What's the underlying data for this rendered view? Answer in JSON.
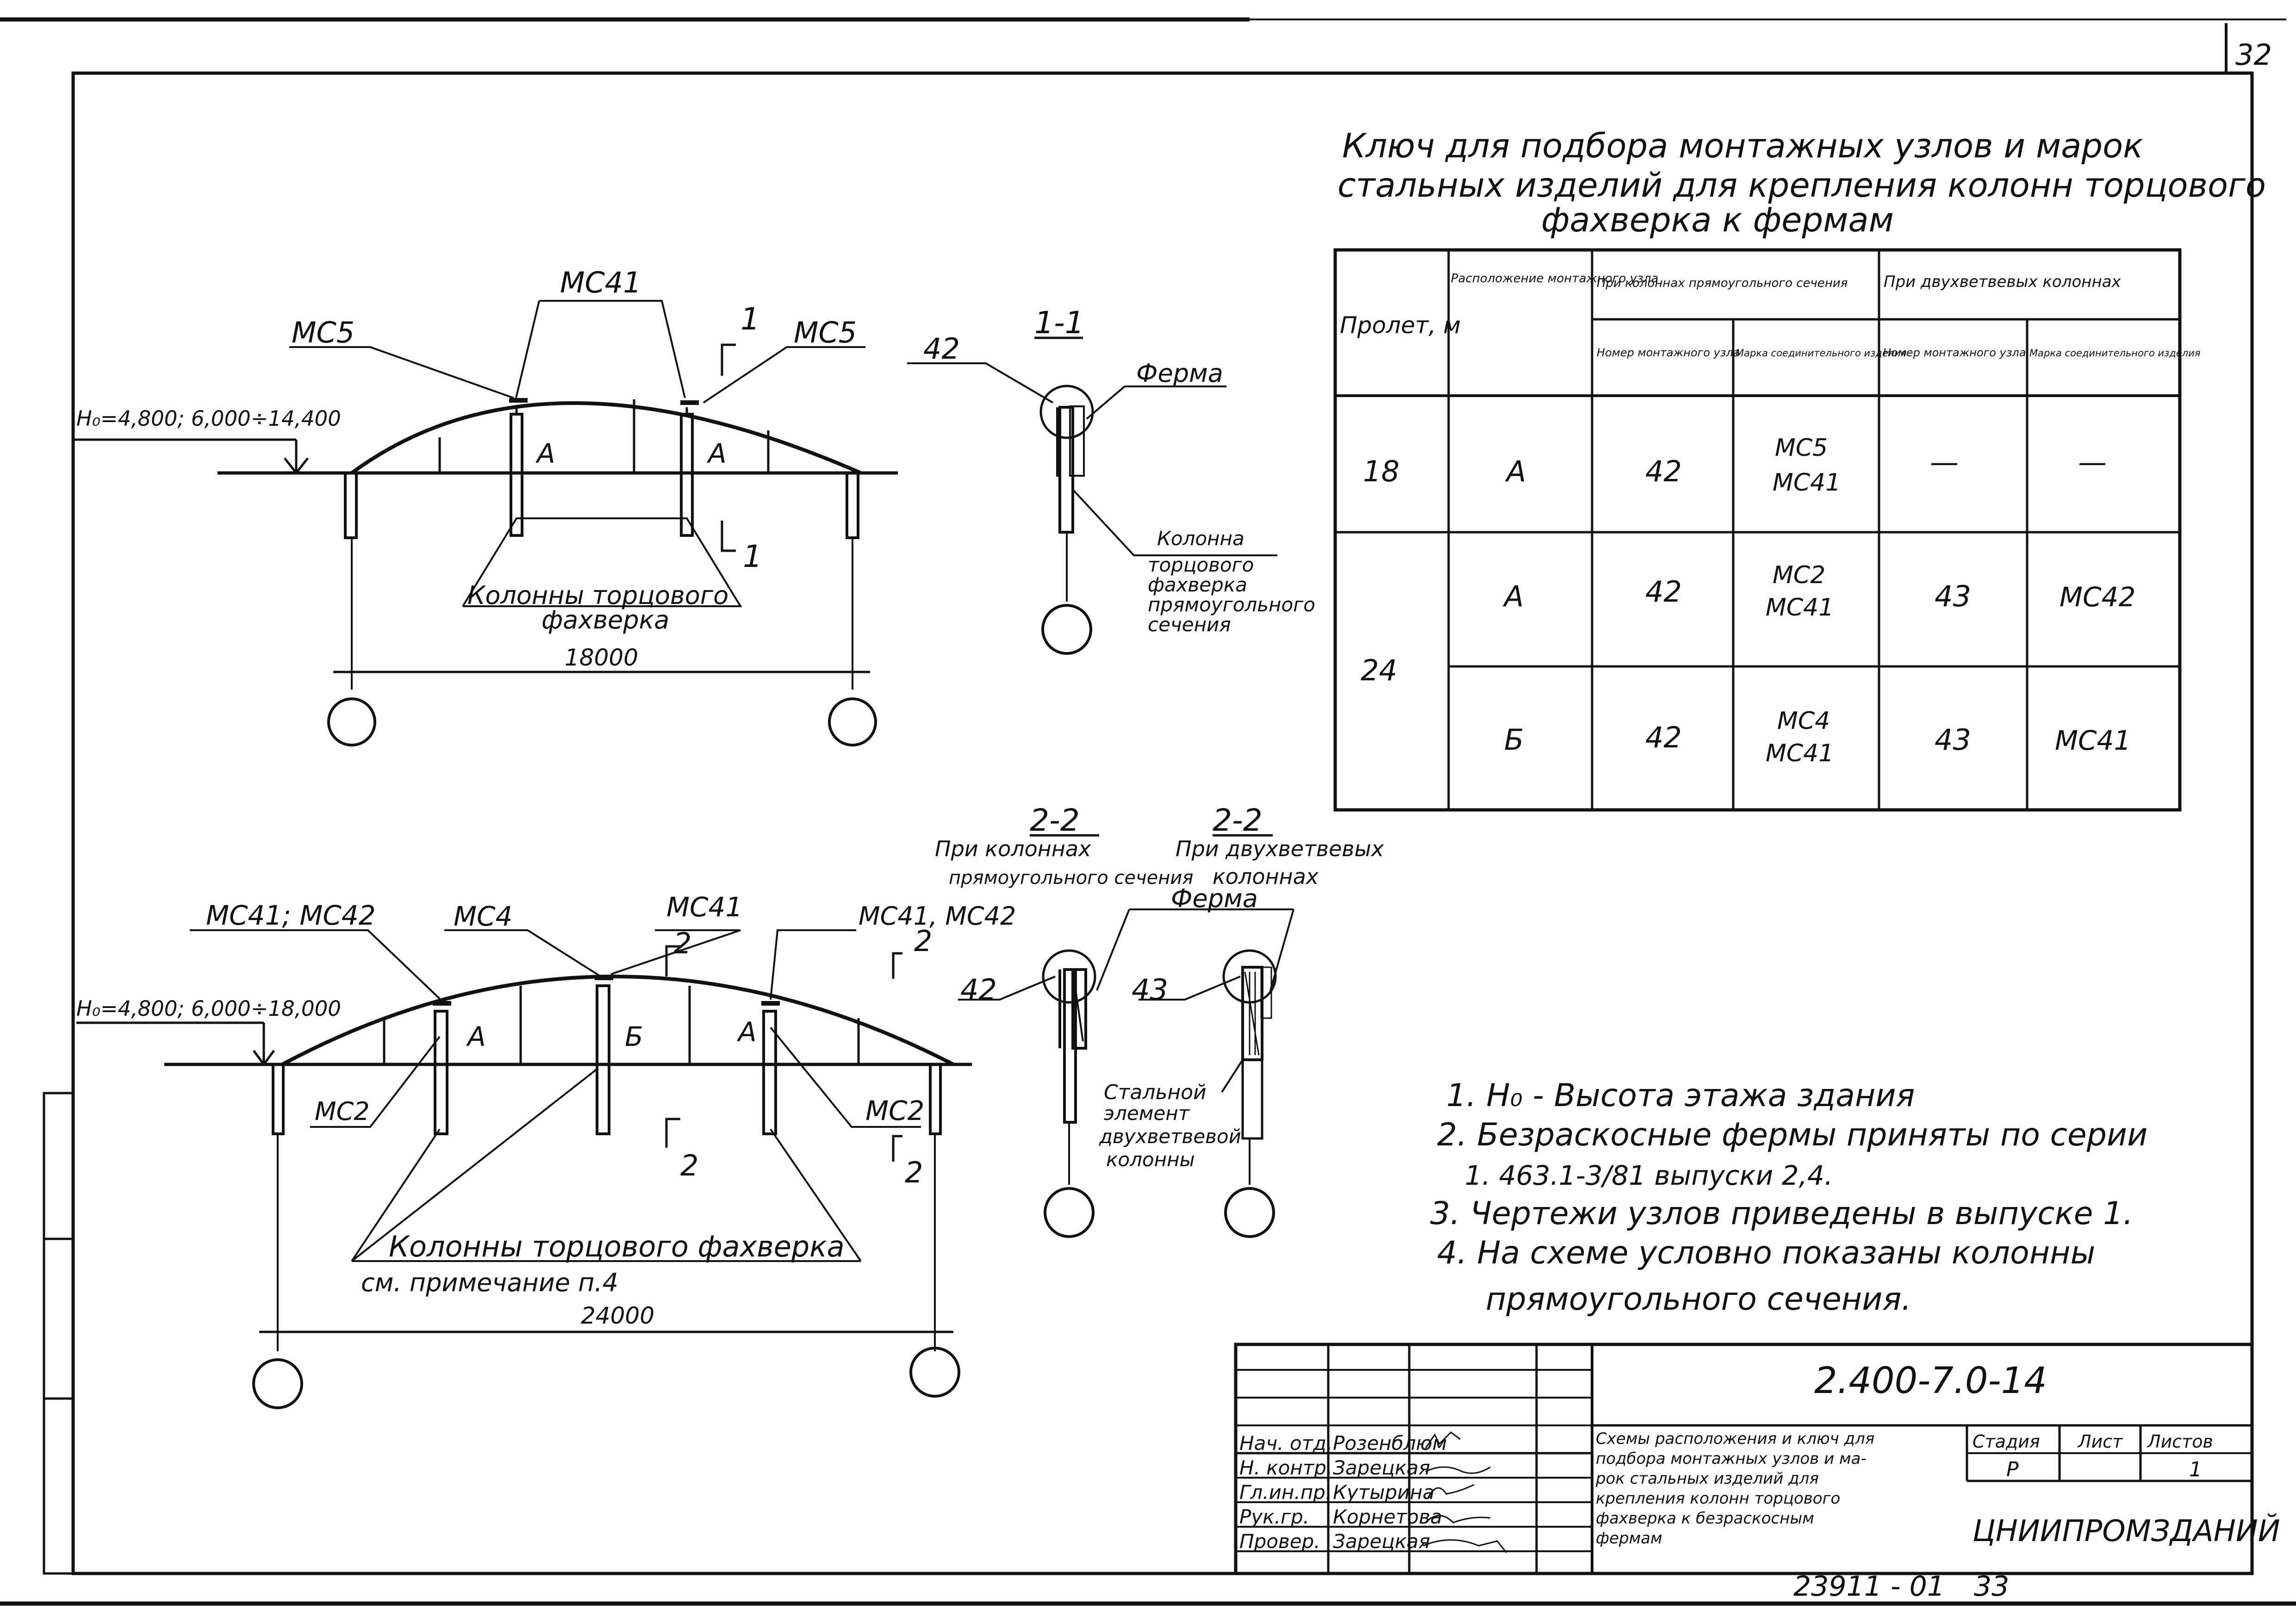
{
  "sheet": {
    "page_number": "32",
    "bottom_code": "23911 - 01",
    "bottom_number": "33"
  },
  "key": {
    "title_line1": "Ключ для подбора монтажных узлов и марок",
    "title_line2": "стальных изделий для крепления колонн торцового",
    "title_line3": "фахверка к фермам",
    "head_span": "Пролет, м",
    "head_position": "Расположение монтажного узла",
    "head_rect": "При колоннах прямоугольного сечения",
    "head_two": "При двухветвевых колоннах",
    "head_node": "Номер монтажного узла",
    "head_mark": "Марка соединительного изделия",
    "rows": [
      {
        "span": "18",
        "pos": "А",
        "n1": "42",
        "m1a": "МС5",
        "m1b": "МС41",
        "n2": "—",
        "m2": "—"
      },
      {
        "span": "24",
        "pos": "А",
        "n1": "42",
        "m1a": "МС2",
        "m1b": "МС41",
        "n2": "43",
        "m2": "МС42"
      },
      {
        "span": "",
        "pos": "Б",
        "n1": "42",
        "m1a": "МС4",
        "m1b": "МС41",
        "n2": "43",
        "m2": "МС41"
      }
    ]
  },
  "scheme1": {
    "height_label": "H₀=4,800; 6,000÷14,400",
    "mark_top": "МС41",
    "mark_left": "МС5",
    "mark_right": "МС5",
    "node_left": "А",
    "node_right": "А",
    "cut_num": "1",
    "columns_line1": "Колонны торцового",
    "columns_line2": "фахверка",
    "dim": "18000"
  },
  "section11": {
    "title": "1-1",
    "node_num": "42",
    "truss_label": "Ферма",
    "col_line1": "Колонна",
    "col_line2": "торцового",
    "col_line3": "фахверка",
    "col_line4": "прямоугольного",
    "col_line5": "сечения"
  },
  "scheme2": {
    "height_label": "H₀=4,800; 6,000÷18,000",
    "mark_left": "МС41; МС42",
    "mark_mid": "МС4",
    "mark_top": "МС41",
    "mark_right": "МС41, МС42",
    "mark_low_left": "МС2",
    "mark_low_right": "МС2",
    "node_a1": "А",
    "node_b": "Б",
    "node_a2": "А",
    "cut_num": "2",
    "columns_line1": "Колонны торцового фахверка",
    "columns_line2": "см. примечание п.4",
    "dim": "24000"
  },
  "section22": {
    "title_a": "2-2",
    "sub_a1": "При колоннах",
    "sub_a2": "прямоугольного сечения",
    "title_b": "2-2",
    "sub_b1": "При двухветвевых",
    "sub_b2": "колоннах",
    "truss_label": "Ферма",
    "node_a": "42",
    "node_b": "43",
    "steel_line1": "Стальной",
    "steel_line2": "элемент",
    "steel_line3": "двухветвевой",
    "steel_line4": "колонны"
  },
  "notes": [
    "1. H₀ - Высота этажа здания",
    "2. Безраскосные фермы приняты по серии",
    "1. 463.1-3/81 выпуски 2,4.",
    "3. Чертежи узлов приведены в выпуске 1.",
    "4. На схеме условно показаны колонны",
    "прямоугольного сечения."
  ],
  "stamp": {
    "doc_code": "2.400-7.0-14",
    "roles": [
      "Нач. отд.",
      "Н. контр.",
      "Гл.ин.пр.",
      "Рук.гр.",
      "Провер."
    ],
    "names": [
      "Розенблюм",
      "Зарецкая",
      "Кутырина",
      "Корнетова",
      "Зарецкая"
    ],
    "desc_line1": "Схемы расположения и ключ для",
    "desc_line2": "подбора монтажных узлов и ма-",
    "desc_line3": "рок стальных изделий для",
    "desc_line4": "крепления колонн торцового",
    "desc_line5": "фахверка к безраскосным",
    "desc_line6": "фермам",
    "stage_label": "Стадия",
    "sheet_label": "Лист",
    "sheets_label": "Листов",
    "stage": "Р",
    "sheets": "1",
    "org": "ЦНИИПРОМЗДАНИЙ"
  }
}
